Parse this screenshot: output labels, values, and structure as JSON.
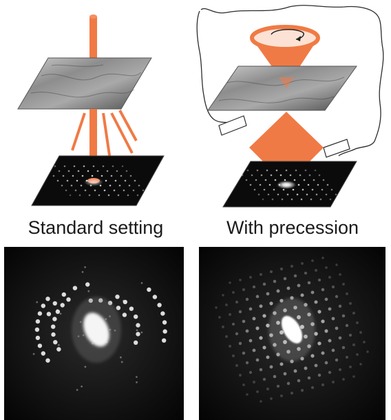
{
  "captions": {
    "standard": "Standard setting",
    "precession": "With precession"
  },
  "colors": {
    "beam": "#f07a45",
    "beam_edge": "#e06630",
    "specimen_light": "#b9b9b9",
    "specimen_dark": "#5a5a5a",
    "pattern_bg": "#080808",
    "spot": "#ffffff",
    "outline": "#1f1f1f"
  },
  "panels": {
    "left_photo": "standard-setting-diffraction-photo",
    "right_photo": "precession-diffraction-photo"
  }
}
